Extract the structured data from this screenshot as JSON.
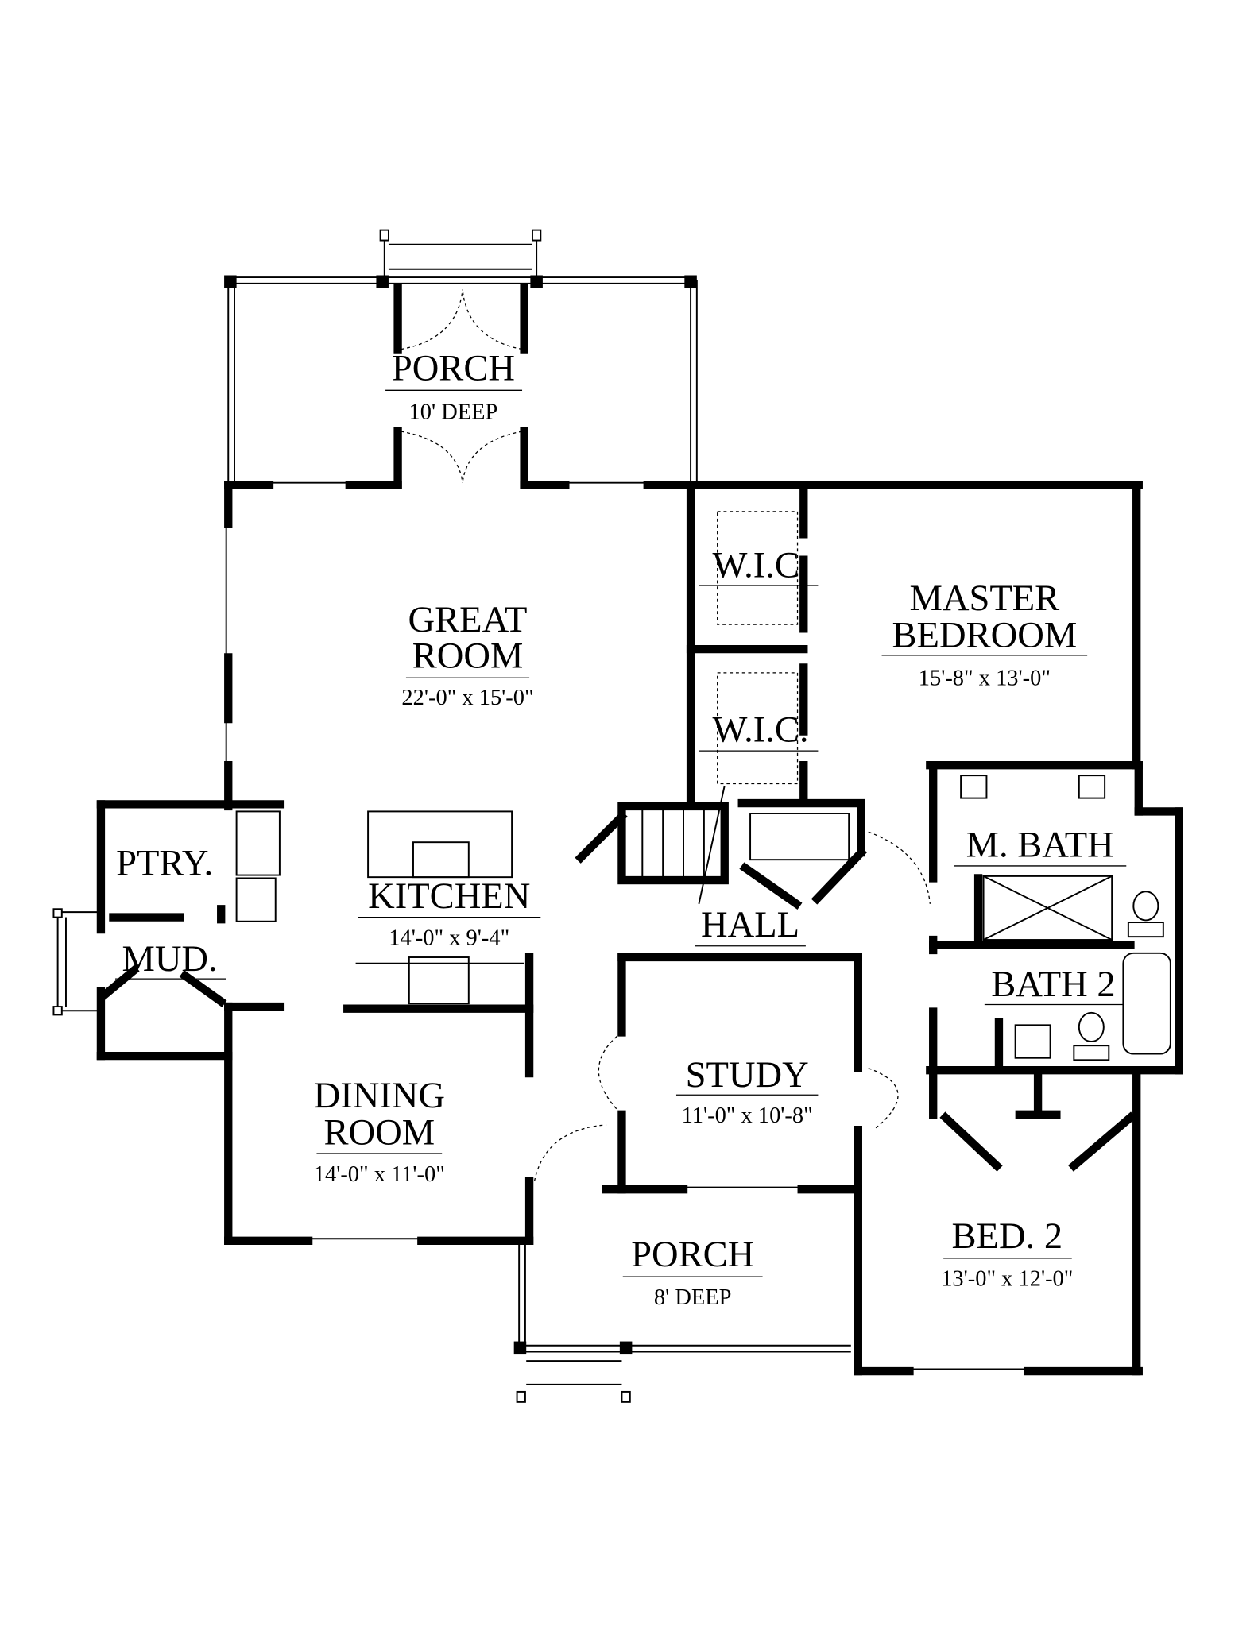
{
  "rooms": {
    "porch_front": {
      "name": "PORCH",
      "dim": "10' DEEP"
    },
    "great_room": {
      "name_1": "GREAT",
      "name_2": "ROOM",
      "dim": "22'-0\" x 15'-0\""
    },
    "wic_1": {
      "name": "W.I.C."
    },
    "wic_2": {
      "name": "W.I.C."
    },
    "master_bedroom": {
      "name_1": "MASTER",
      "name_2": "BEDROOM",
      "dim": "15'-8\" x 13'-0\""
    },
    "pantry": {
      "name": "PTRY."
    },
    "kitchen": {
      "name": "KITCHEN",
      "dim": "14'-0\" x 9'-4\""
    },
    "hall": {
      "name": "HALL"
    },
    "m_bath": {
      "name": "M. BATH"
    },
    "mud": {
      "name": "MUD."
    },
    "bath_2": {
      "name": "BATH 2"
    },
    "study": {
      "name": "STUDY",
      "dim": "11'-0\" x 10'-8\""
    },
    "dining_room": {
      "name_1": "DINING",
      "name_2": "ROOM",
      "dim": "14'-0\" x 11'-0\""
    },
    "bed_2": {
      "name": "BED. 2",
      "dim": "13'-0\" x 12'-0\""
    },
    "porch_rear": {
      "name": "PORCH",
      "dim": "8' DEEP"
    }
  }
}
